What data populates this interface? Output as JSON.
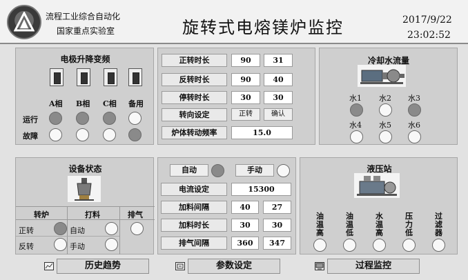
{
  "header": {
    "org_line1": "流程工业综合自动化",
    "org_line2": "国家重点实验室",
    "title": "旋转式电熔镁炉监控",
    "date": "2017/9/22",
    "time": "23:02:52"
  },
  "electrode": {
    "title": "电极升降变频",
    "phases": [
      "A相",
      "B相",
      "C相",
      "备用"
    ],
    "run_label": "运行",
    "fault_label": "故障",
    "run_states": [
      true,
      true,
      true,
      false
    ],
    "fault_states": [
      false,
      false,
      false,
      true
    ]
  },
  "params1": {
    "rows": [
      {
        "label": "正转时长",
        "v1": "90",
        "v2": "31"
      },
      {
        "label": "反转时长",
        "v1": "90",
        "v2": "40"
      },
      {
        "label": "停转时长",
        "v1": "30",
        "v2": "30"
      }
    ],
    "direction_label": "转向设定",
    "direction_value": "正转",
    "confirm_label": "确认",
    "freq_label": "炉体转动频率",
    "freq_value": "15.0"
  },
  "cooling": {
    "title": "冷却水流量",
    "labels": [
      "水1",
      "水2",
      "水3",
      "水4",
      "水5",
      "水6"
    ],
    "states": [
      true,
      false,
      true,
      false,
      false,
      false
    ]
  },
  "device": {
    "title": "设备状态",
    "col_furnace": "转炉",
    "col_feed": "打料",
    "col_exhaust": "排气",
    "forward": "正转",
    "reverse": "反转",
    "auto": "自动",
    "manual": "手动",
    "forward_on": true,
    "reverse_on": false,
    "auto_on": false,
    "manual_on": false,
    "exhaust_on": false
  },
  "params2": {
    "auto_label": "自动",
    "manual_label": "手动",
    "auto_on": true,
    "manual_on": false,
    "current_label": "电流设定",
    "current_value": "15300",
    "rows": [
      {
        "label": "加料间隔",
        "v1": "40",
        "v2": "27"
      },
      {
        "label": "加料时长",
        "v1": "30",
        "v2": "30"
      },
      {
        "label": "排气间隔",
        "v1": "360",
        "v2": "347"
      }
    ]
  },
  "hydraulic": {
    "title": "液压站",
    "items": [
      "油温高",
      "油温低",
      "水温高",
      "压力低",
      "过滤器"
    ],
    "states": [
      false,
      false,
      false,
      false,
      false
    ]
  },
  "nav": {
    "history": "历史趋势",
    "params": "参数设定",
    "process": "过程监控"
  }
}
